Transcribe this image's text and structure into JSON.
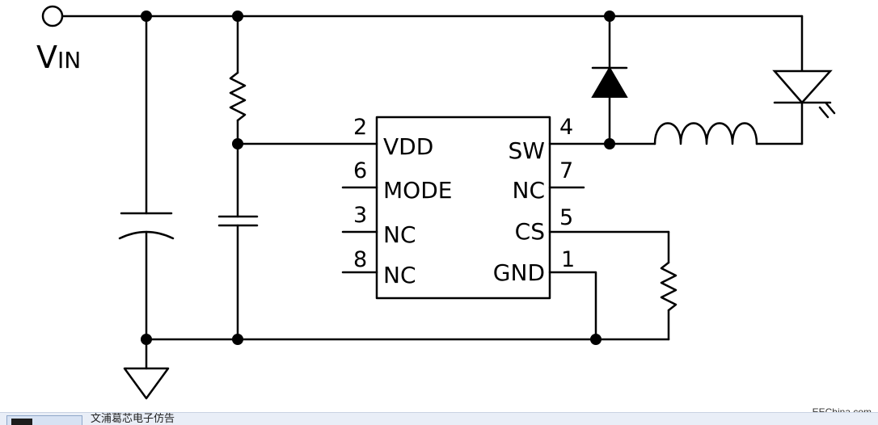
{
  "source": {
    "label_main": "V",
    "label_sub": "IN"
  },
  "ic": {
    "pins_left": [
      {
        "number": "2",
        "name": "VDD"
      },
      {
        "number": "6",
        "name": "MODE"
      },
      {
        "number": "3",
        "name": "NC"
      },
      {
        "number": "8",
        "name": "NC"
      }
    ],
    "pins_right": [
      {
        "number": "4",
        "name": "SW"
      },
      {
        "number": "7",
        "name": "NC"
      },
      {
        "number": "5",
        "name": "CS"
      },
      {
        "number": "1",
        "name": "GND"
      }
    ]
  },
  "watermark": "EEChina.com",
  "bottom_bar": {
    "text": "文浦葛芯电子仿告"
  }
}
